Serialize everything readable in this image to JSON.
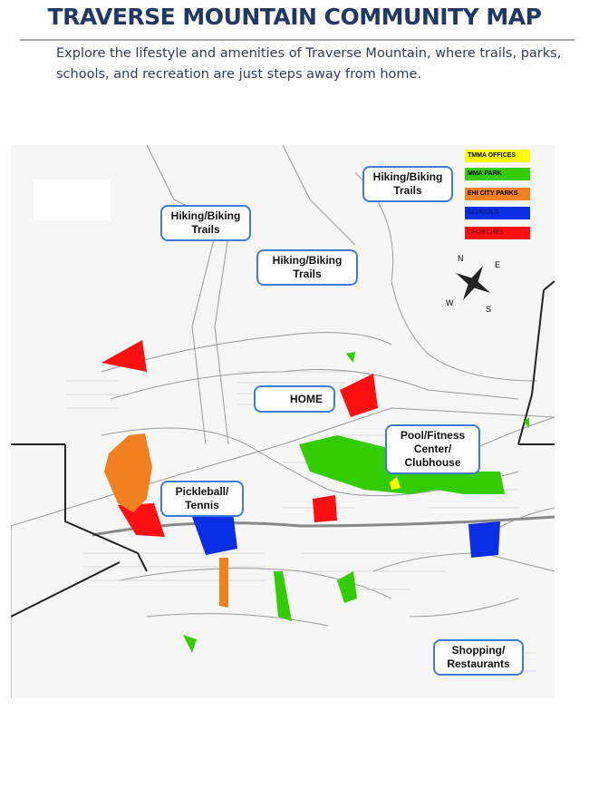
{
  "header": {
    "title": "TRAVERSE MOUNTAIN COMMUNITY MAP",
    "subtitle": "Explore the lifestyle and amenities of Traverse Mountain, where trails, parks, schools, and recreation are just steps away from home."
  },
  "legend": [
    {
      "label": "TMMA OFFICES",
      "color": "#ffff00",
      "text": "#000000"
    },
    {
      "label": "MMA PARK",
      "color": "#33cc00",
      "text": "#000000"
    },
    {
      "label": "EHI CITY PARKS",
      "color": "#f08020",
      "text": "#000000"
    },
    {
      "label": "SCHOOLS",
      "color": "#0a2ee6",
      "text": "#0a1a80"
    },
    {
      "label": "CHURCHES",
      "color": "#ff1010",
      "text": "#8a0000"
    }
  ],
  "callouts": {
    "trails1": "Hiking/Biking Trails",
    "trails2": "Hiking/Biking Trails",
    "trails3": "Hiking/Biking Trails",
    "home": "HOME",
    "pool": "Pool/Fitness Center/ Clubhouse",
    "pickleball": "Pickleball/ Tennis",
    "shopping": "Shopping/ Restaurants"
  },
  "compass": {
    "n": "N",
    "e": "E",
    "s": "S",
    "w": "W"
  }
}
